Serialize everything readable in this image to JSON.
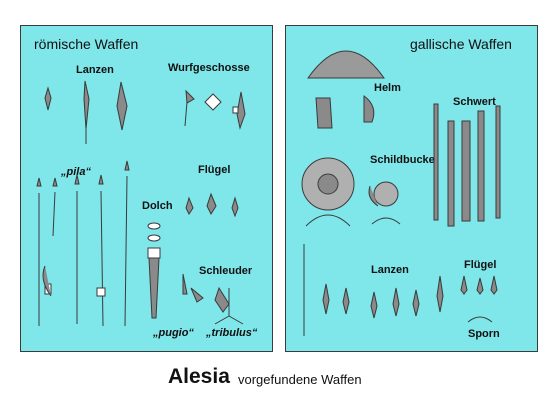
{
  "colors": {
    "panel_bg": "#7fe6ea",
    "ink": "#3a3a3a"
  },
  "left_panel": {
    "title": "römische Waffen",
    "labels": {
      "lanzen": "Lanzen",
      "wurfgeschosse": "Wurfgeschosse",
      "pila": "„pila“",
      "fluegel": "Flügel",
      "dolch": "Dolch",
      "schleuder": "Schleuder",
      "pugio": "„pugio“",
      "tribulus": "„tribulus“"
    }
  },
  "right_panel": {
    "title": "gallische Waffen",
    "labels": {
      "helm": "Helm",
      "schwert": "Schwert",
      "schildbuckel": "Schildbuckel",
      "lanzen": "Lanzen",
      "fluegel": "Flügel",
      "sporn": "Sporn"
    }
  },
  "footer": {
    "site": "Alesia",
    "subtitle": "vorgefundene Waffen"
  }
}
